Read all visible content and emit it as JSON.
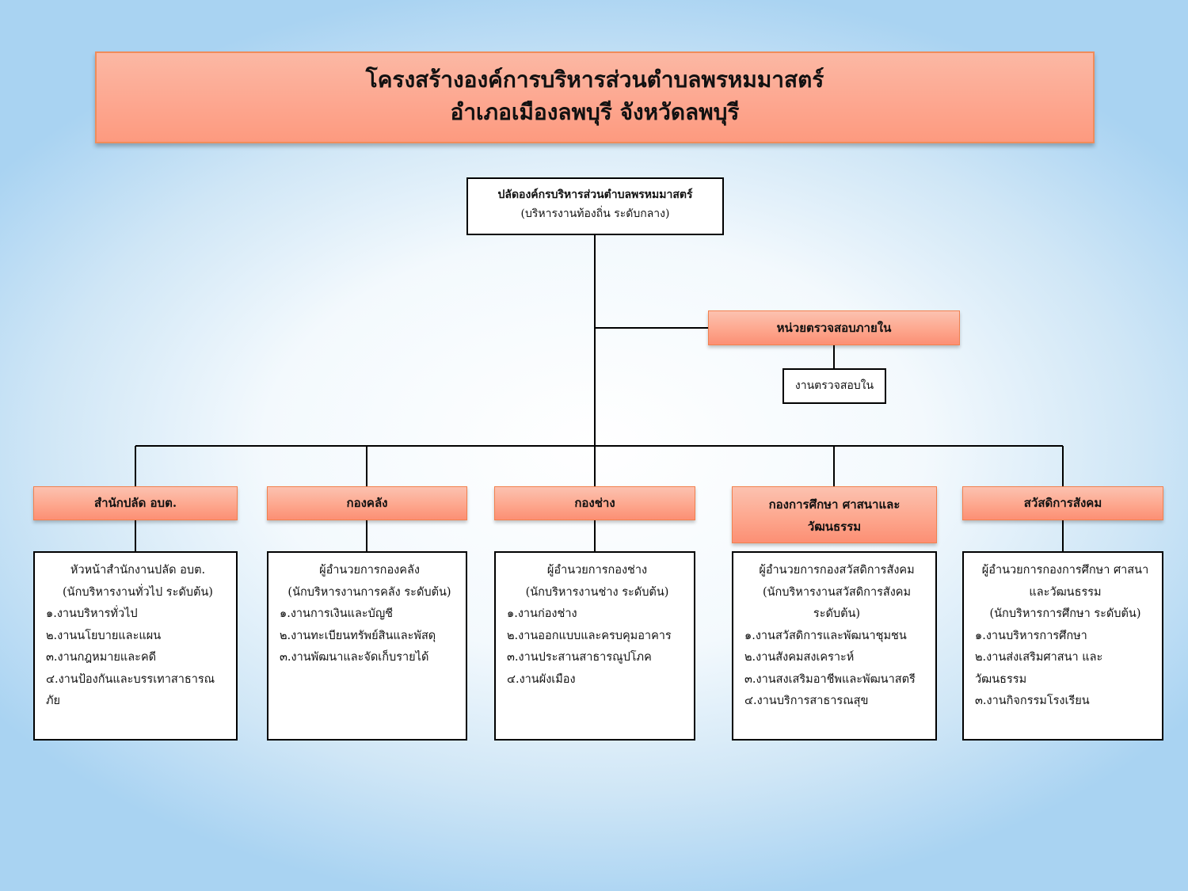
{
  "title": {
    "line1": "โครงสร้างองค์การบริหารส่วนตำบลพรหมมาสตร์",
    "line2": "อำเภอเมืองลพบุรี จังหวัดลพบุรี"
  },
  "top": {
    "line1": "ปลัดองค์กรบริหารส่วนตำบลพรหมมาสตร์",
    "line2": "(บริหารงานท้องถิ่น ระดับกลาง)"
  },
  "audit": {
    "unit": "หน่วยตรวจสอบภายใน",
    "sub": "งานตรวจสอบใน"
  },
  "departments": [
    {
      "name": "สำนักปลัด อบต.",
      "head": [
        "หัวหน้าสำนักงานปลัด อบต.",
        "(นักบริหารงานทั่วไป ระดับต้น)"
      ],
      "items": [
        "๑.งานบริหารทั่วไป",
        "๒.งานนโยบายและแผน",
        "๓.งานกฎหมายและคดี",
        "๔.งานป้องกันและบรรเทาสาธารณ",
        "ภัย"
      ]
    },
    {
      "name": "กองคลัง",
      "head": [
        "ผู้อำนวยการกองคลัง",
        "(นักบริหารงานการคลัง ระดับต้น)"
      ],
      "items": [
        "๑.งานการเงินและบัญชี",
        "๒.งานทะเบียนทรัพย์สินและพัสดุ",
        "๓.งานพัฒนาและจัดเก็บรายได้"
      ]
    },
    {
      "name": "กองช่าง",
      "head": [
        "ผู้อำนวยการกองช่าง",
        "(นักบริหารงานช่าง ระดับต้น)"
      ],
      "items": [
        "๑.งานก่องช่าง",
        "๒.งานออกแบบและครบคุมอาคาร",
        "๓.งานประสานสาธารณูปโภค",
        "๔.งานผังเมือง"
      ]
    },
    {
      "name": "กองการศึกษา ศาสนาและ",
      "name2": "วัฒนธรรม",
      "head": [
        "ผู้อำนวยการกองสวัสดิการสังคม",
        "(นักบริหารงานสวัสดิการสังคม",
        "ระดับต้น)"
      ],
      "items": [
        "๑.งานสวัสดิการและพัฒนาชุมชน",
        "๒.งานสังคมสงเคราะห์",
        "๓.งานสงเสริมอาชีพและพัฒนาสตรี",
        "๔.งานบริการสาธารณสุข"
      ]
    },
    {
      "name": "สวัสดิการสังคม",
      "head": [
        "ผู้อำนวยการกองการศึกษา ศาสนา",
        "และวัฒนธรรม",
        "(นักบริหารการศึกษา ระดับต้น)"
      ],
      "items": [
        "๑.งานบริหารการศึกษา",
        "๒.งานส่งเสริมศาสนา และ",
        "วัฒนธรรม",
        "๓.งานกิจกรรมโรงเรียน"
      ]
    }
  ]
}
